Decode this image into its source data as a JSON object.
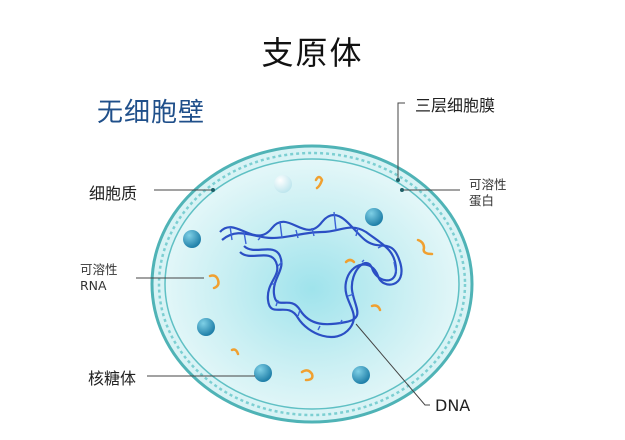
{
  "title": "支原体",
  "note_no_cell_wall": "无细胞壁",
  "labels": {
    "membrane": "三层细胞膜",
    "cytoplasm": "细胞质",
    "soluble_protein_line1": "可溶性",
    "soluble_protein_line2": "蛋白",
    "soluble_rna_line1": "可溶性",
    "soluble_rna_line2": "RNA",
    "ribosome": "核糖体",
    "dna": "DNA"
  },
  "colors": {
    "cell_fill": "#bfe9ee",
    "membrane": "#4fb3b6",
    "ribosome": "#2a8fb6",
    "dna_strand": "#2b4fc4",
    "rna": "#f0a030",
    "leader": "#444444",
    "no_wall_text": "#1f4f8a"
  }
}
